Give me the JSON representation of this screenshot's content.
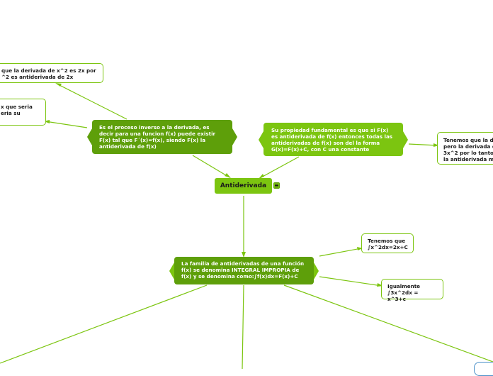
{
  "central": {
    "label": "Antiderivada"
  },
  "nodes": {
    "definition": "Es el proceso inverso a la derivada, es decir para una funcion f(x) puede existir F(x) tal que F´(x)=f(x), siendo F(x) la antiderivada de f(x)",
    "property": "Su propiedad fundamental es que si F(x) es antiderivada de f(x) entonces todas las antiderivadas de f(x) son del la forma G(x)=F(x)+C, con C una constante",
    "family": "La familia de antiderivadas de una función f(x) se denomina INTEGRAL IMPROPIA de f(x) y se denomina como:∫f(x)dx=F(x)+C",
    "ex_top_line1": "que la derivada de x^2 es 2x por",
    "ex_top_line2": "^2 es antiderivada de 2x",
    "ex_mid_line1": "x que seria",
    "ex_mid_line2": "eria su",
    "right_line1": "Tenemos que la de",
    "right_line2": "pero la derivada d",
    "right_line3": "3x^2 por lo tanto",
    "right_line4": "la antiderivada ma",
    "tenemos_line1": "Tenemos que",
    "tenemos_line2": "∫x^2dx=2x+C",
    "igual_line1": "Igualmente",
    "igual_line2": "∫3x^2dx = x^3+c"
  },
  "colors": {
    "dark_green": "#5e9f0a",
    "light_green": "#7cc510",
    "connector": "#7cc510"
  },
  "icons": {
    "central_menu": "list-icon"
  }
}
